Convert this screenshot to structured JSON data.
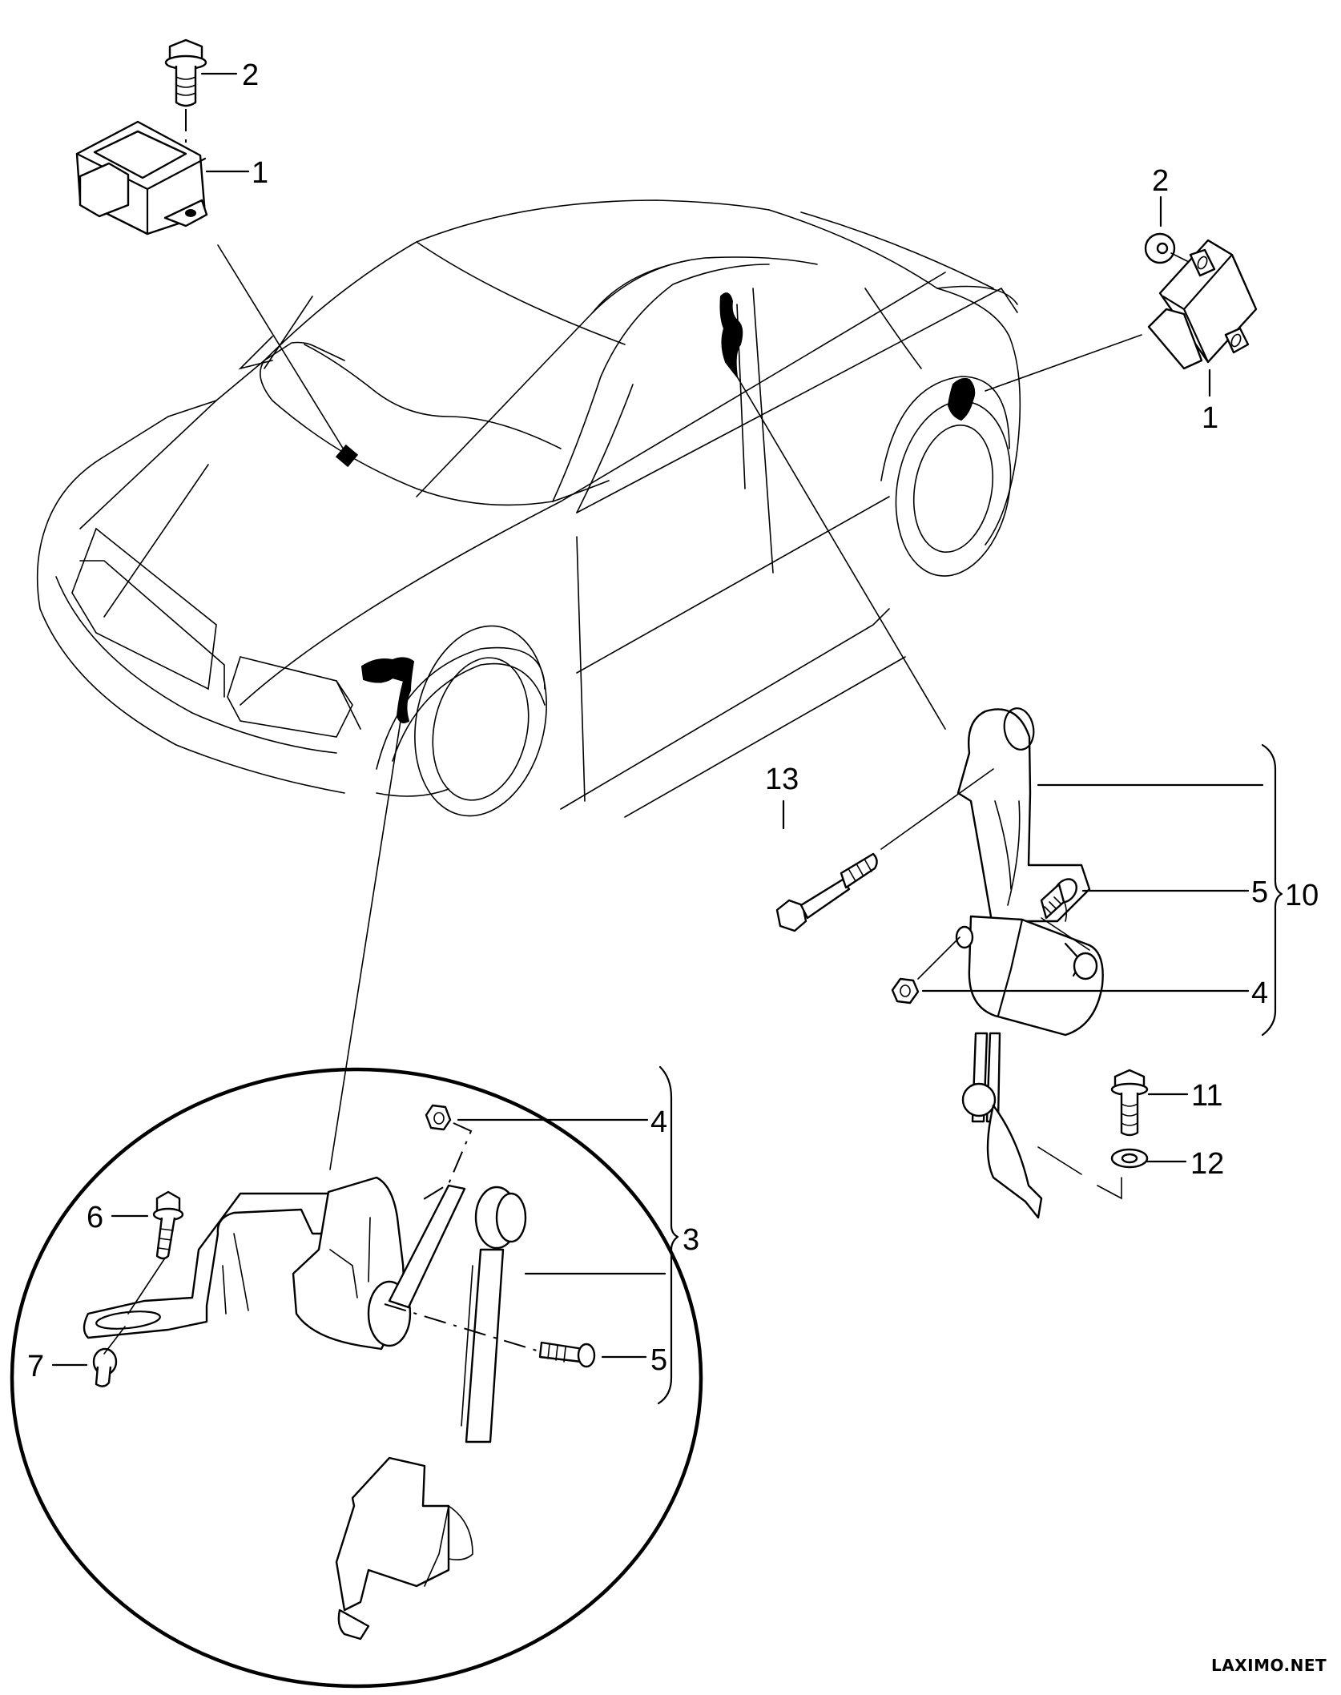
{
  "diagram": {
    "watermark": "LAXIMO.NET",
    "callouts": {
      "module_front": {
        "part": "1",
        "bolt": "2"
      },
      "module_rear": {
        "part": "1",
        "nut": "2"
      },
      "rear_sensor": {
        "assembly": "10",
        "screw": "5",
        "nut": "4",
        "bolt_13": "13",
        "bolt_11": "11",
        "washer_12": "12"
      },
      "front_sensor": {
        "assembly": "3",
        "nut": "4",
        "screw": "5",
        "bolt_6": "6",
        "rivet_7": "7"
      }
    }
  }
}
